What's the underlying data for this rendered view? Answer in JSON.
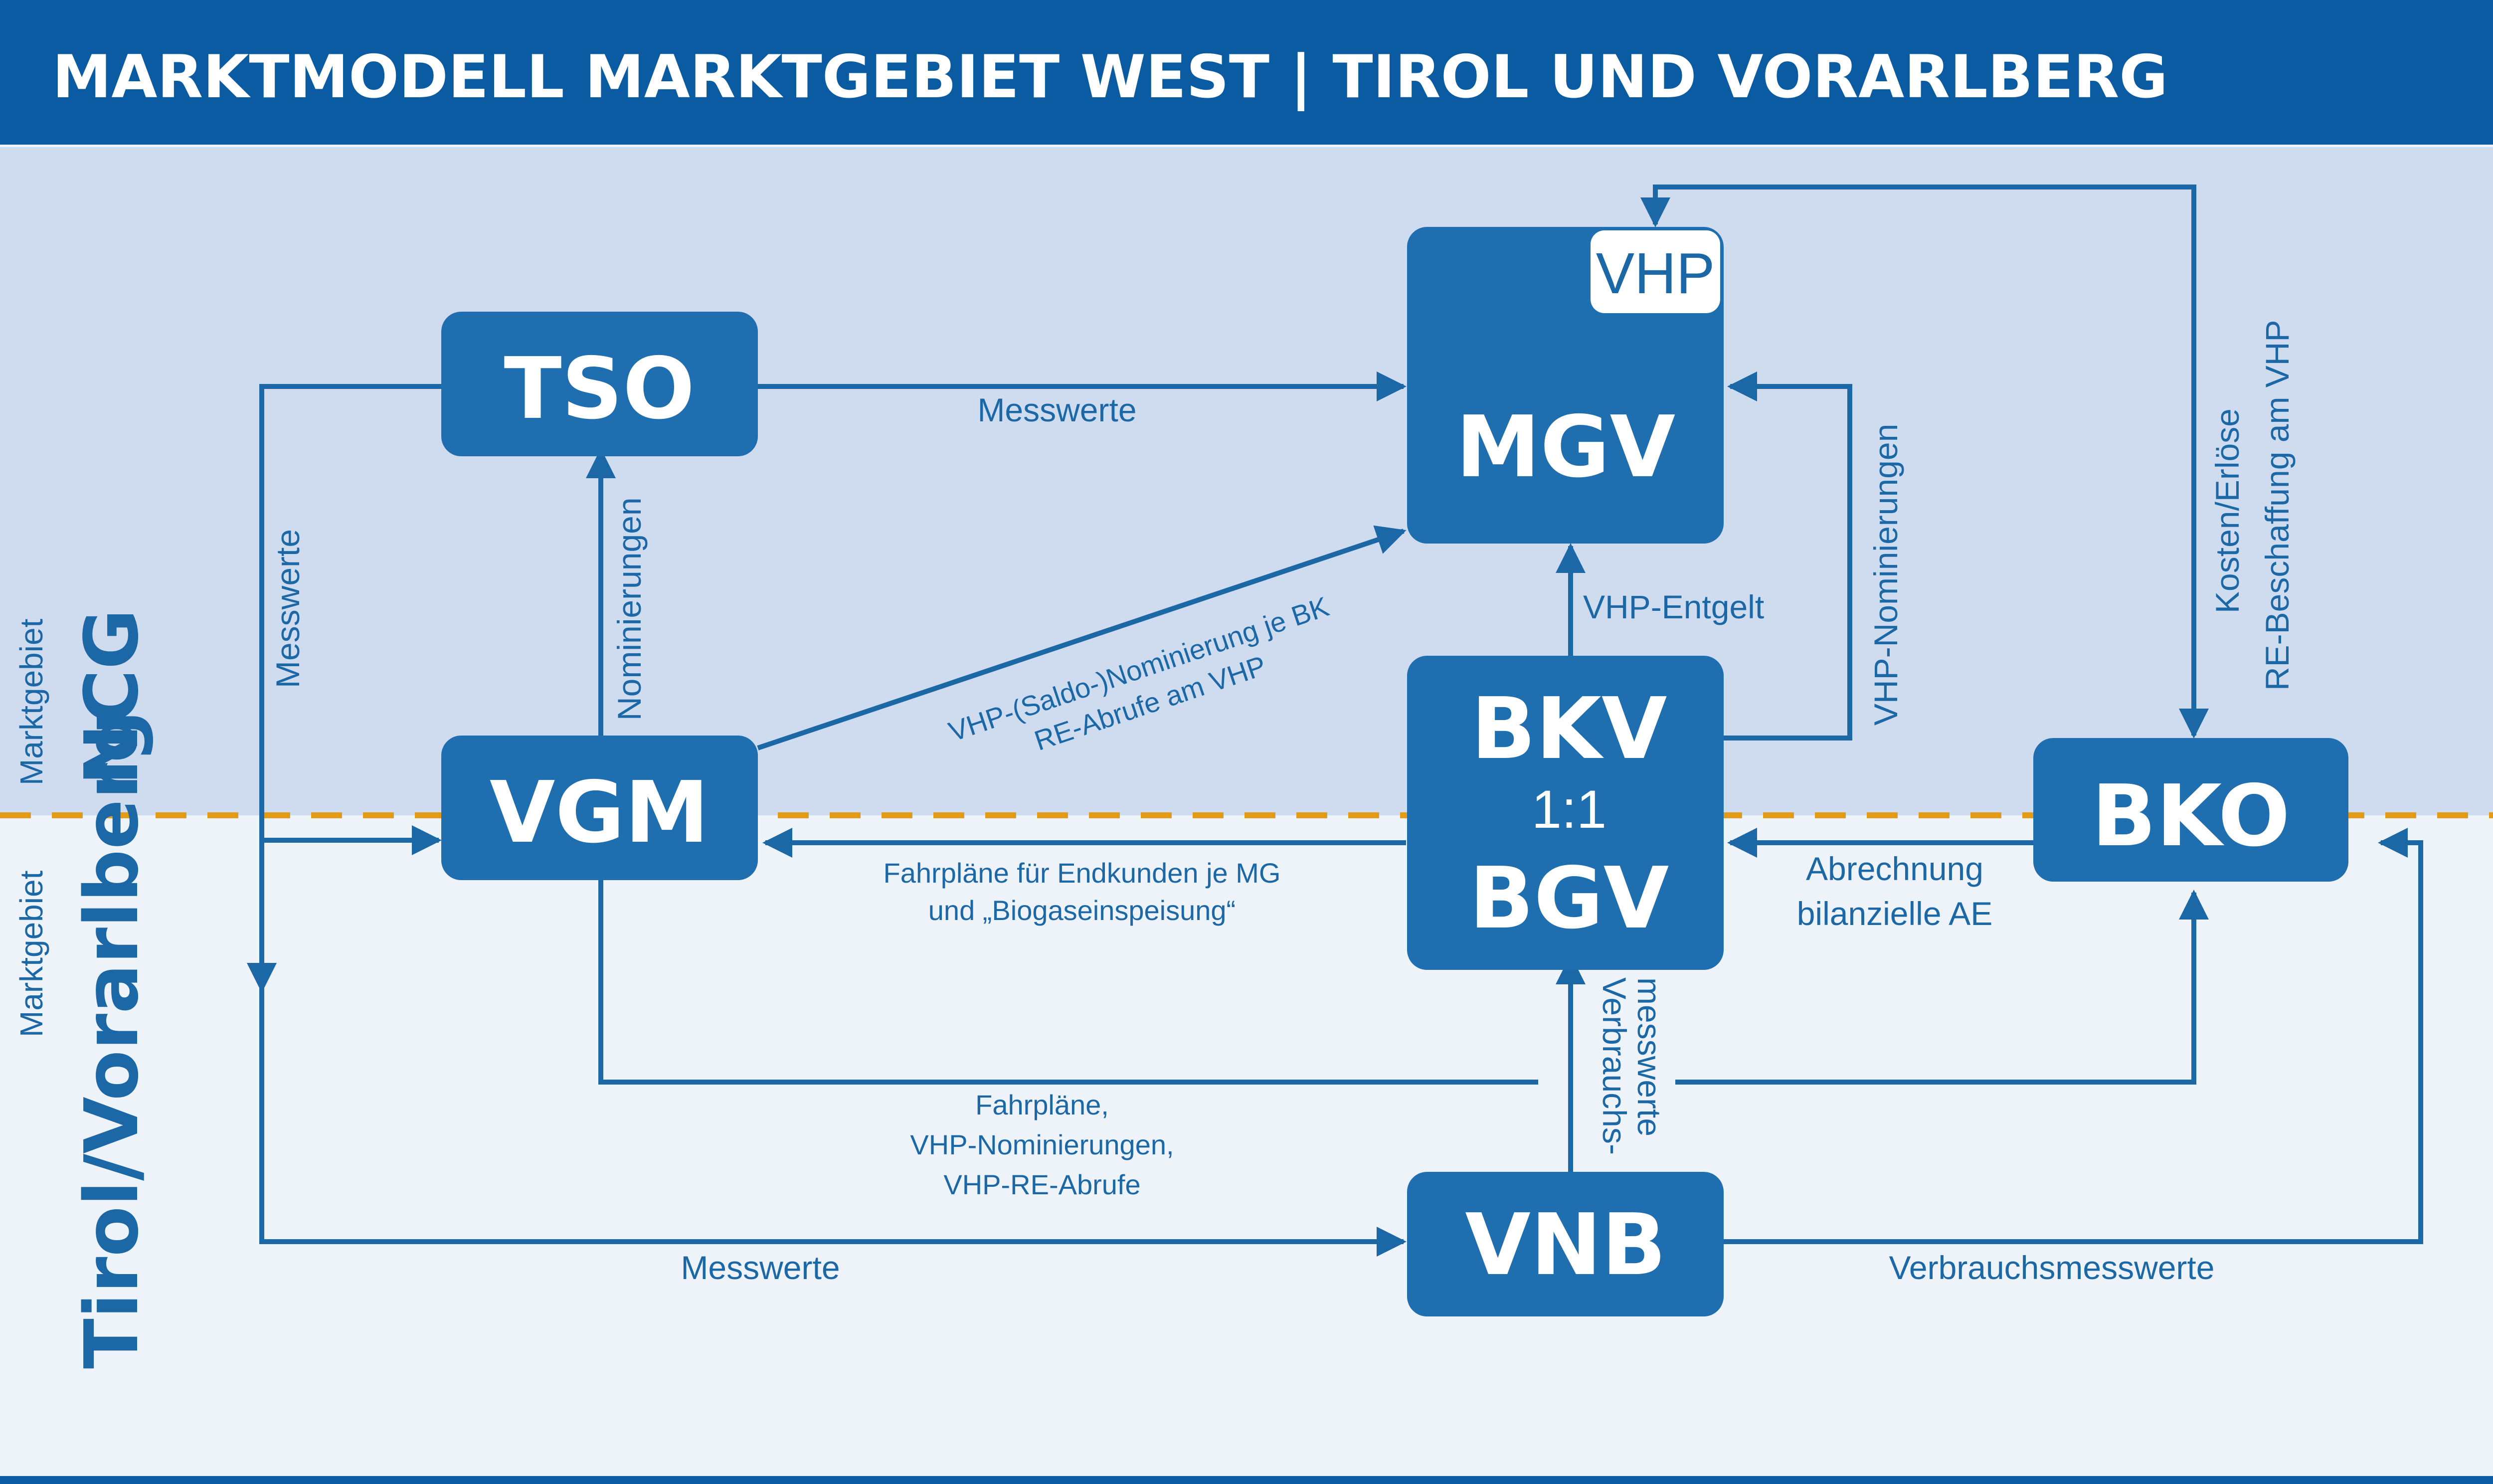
{
  "header": {
    "title": "MARKTMODELL MARKTGEBIET WEST | TIROL UND VORARLBERG"
  },
  "regions": {
    "upper": {
      "label": "Marktgebiet",
      "name": "NCG"
    },
    "lower": {
      "label": "Marktgebiet",
      "name": "Tirol/Vorarlberg"
    }
  },
  "nodes": {
    "tso": "TSO",
    "mgv": "MGV",
    "vhp": "VHP",
    "vgm": "VGM",
    "bkv": "BKV",
    "ratio": "1:1",
    "bgv": "BGV",
    "bko": "BKO",
    "vnb": "VNB"
  },
  "edges": {
    "tso_mgv": "Messwerte",
    "tso_vgm_measure": "Messwerte",
    "vgm_tso": "Nominierungen",
    "vgm_mgv_line1": "VHP-(Saldo-)Nominierung je BK",
    "vgm_mgv_line2": "RE-Abrufe am VHP",
    "bkv_mgv": "VHP-Entgelt",
    "bkv_mgv_nom": "VHP-Nominierungen",
    "mgv_bko_line1": "Kosten/Erlöse",
    "mgv_bko_line2": "RE-Beschaffung am VHP",
    "bkv_vgm_line1": "Fahrpläne für Endkunden je MG",
    "bkv_vgm_line2": "und „Biogaseinspeisung“",
    "bko_bkv_line1": "Abrechnung",
    "bko_bkv_line2": "bilanzielle AE",
    "vnb_bgv_line1": "Verbrauchs-",
    "vnb_bgv_line2": "messwerte",
    "vgm_bko_line1": "Fahrpläne,",
    "vgm_bko_line2": "VHP-Nominierungen,",
    "vgm_bko_line3": "VHP-RE-Abrufe",
    "vnb_measure": "Messwerte",
    "vnb_bko": "Verbrauchsmesswerte"
  },
  "colors": {
    "header": "#0a5ba1",
    "node": "#1f6fb0",
    "line": "#1c68a6",
    "upper_region": "#cfdcef",
    "lower_region": "#eef3fa",
    "border_dash": "#e39a17"
  }
}
